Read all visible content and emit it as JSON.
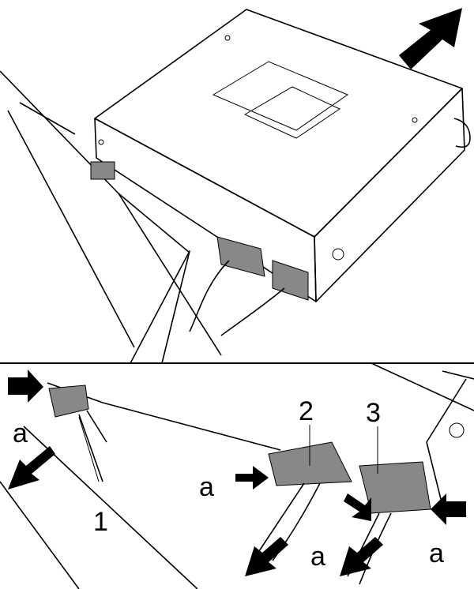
{
  "labels": {
    "part_1": "1",
    "part_2": "2",
    "part_3": "3",
    "release_a": [
      "a",
      "a",
      "a",
      "a"
    ]
  },
  "colors": {
    "line": "#000000",
    "connector": "#777777",
    "background": "#ffffff"
  }
}
